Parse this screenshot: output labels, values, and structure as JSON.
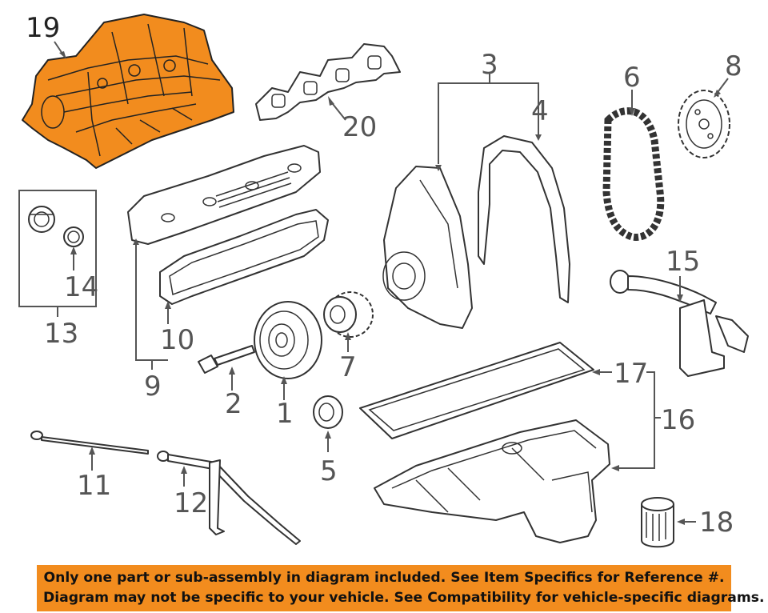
{
  "colors": {
    "highlight": "#f28c1e",
    "banner_bg": "#f28c1e",
    "callout": "#555555",
    "outline": "#333333"
  },
  "callouts": {
    "c1": "1",
    "c2": "2",
    "c3": "3",
    "c4": "4",
    "c5": "5",
    "c6": "6",
    "c7": "7",
    "c8": "8",
    "c9": "9",
    "c10": "10",
    "c11": "11",
    "c12": "12",
    "c13": "13",
    "c14": "14",
    "c15": "15",
    "c16": "16",
    "c17": "17",
    "c18": "18",
    "c19": "19",
    "c20": "20"
  },
  "banner": {
    "line1": "Only one part or sub-assembly in diagram included. See Item Specifics for Reference #.",
    "line2": "Diagram may not be specific to your vehicle. See Compatibility for vehicle-specific diagrams."
  }
}
